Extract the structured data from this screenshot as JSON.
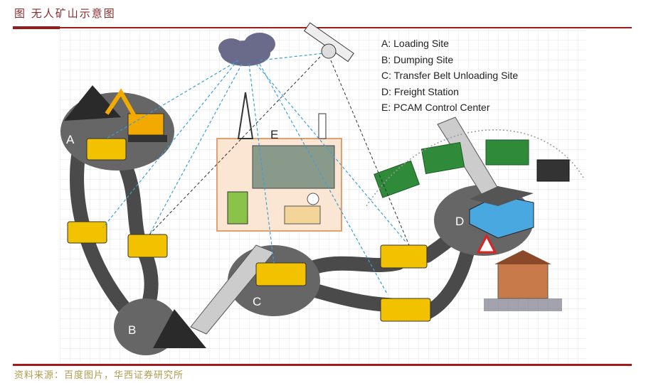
{
  "header": {
    "title": "图 无人矿山示意图"
  },
  "legend": [
    "A: Loading Site",
    "B: Dumping Site",
    "C: Transfer Belt Unloading Site",
    "D: Freight Station",
    "E: PCAM Control Center"
  ],
  "site_labels": {
    "a": "A",
    "b": "B",
    "c": "C",
    "d": "D",
    "e": "E"
  },
  "footer": {
    "source": "资料来源：百度图片，华西证券研究所"
  }
}
